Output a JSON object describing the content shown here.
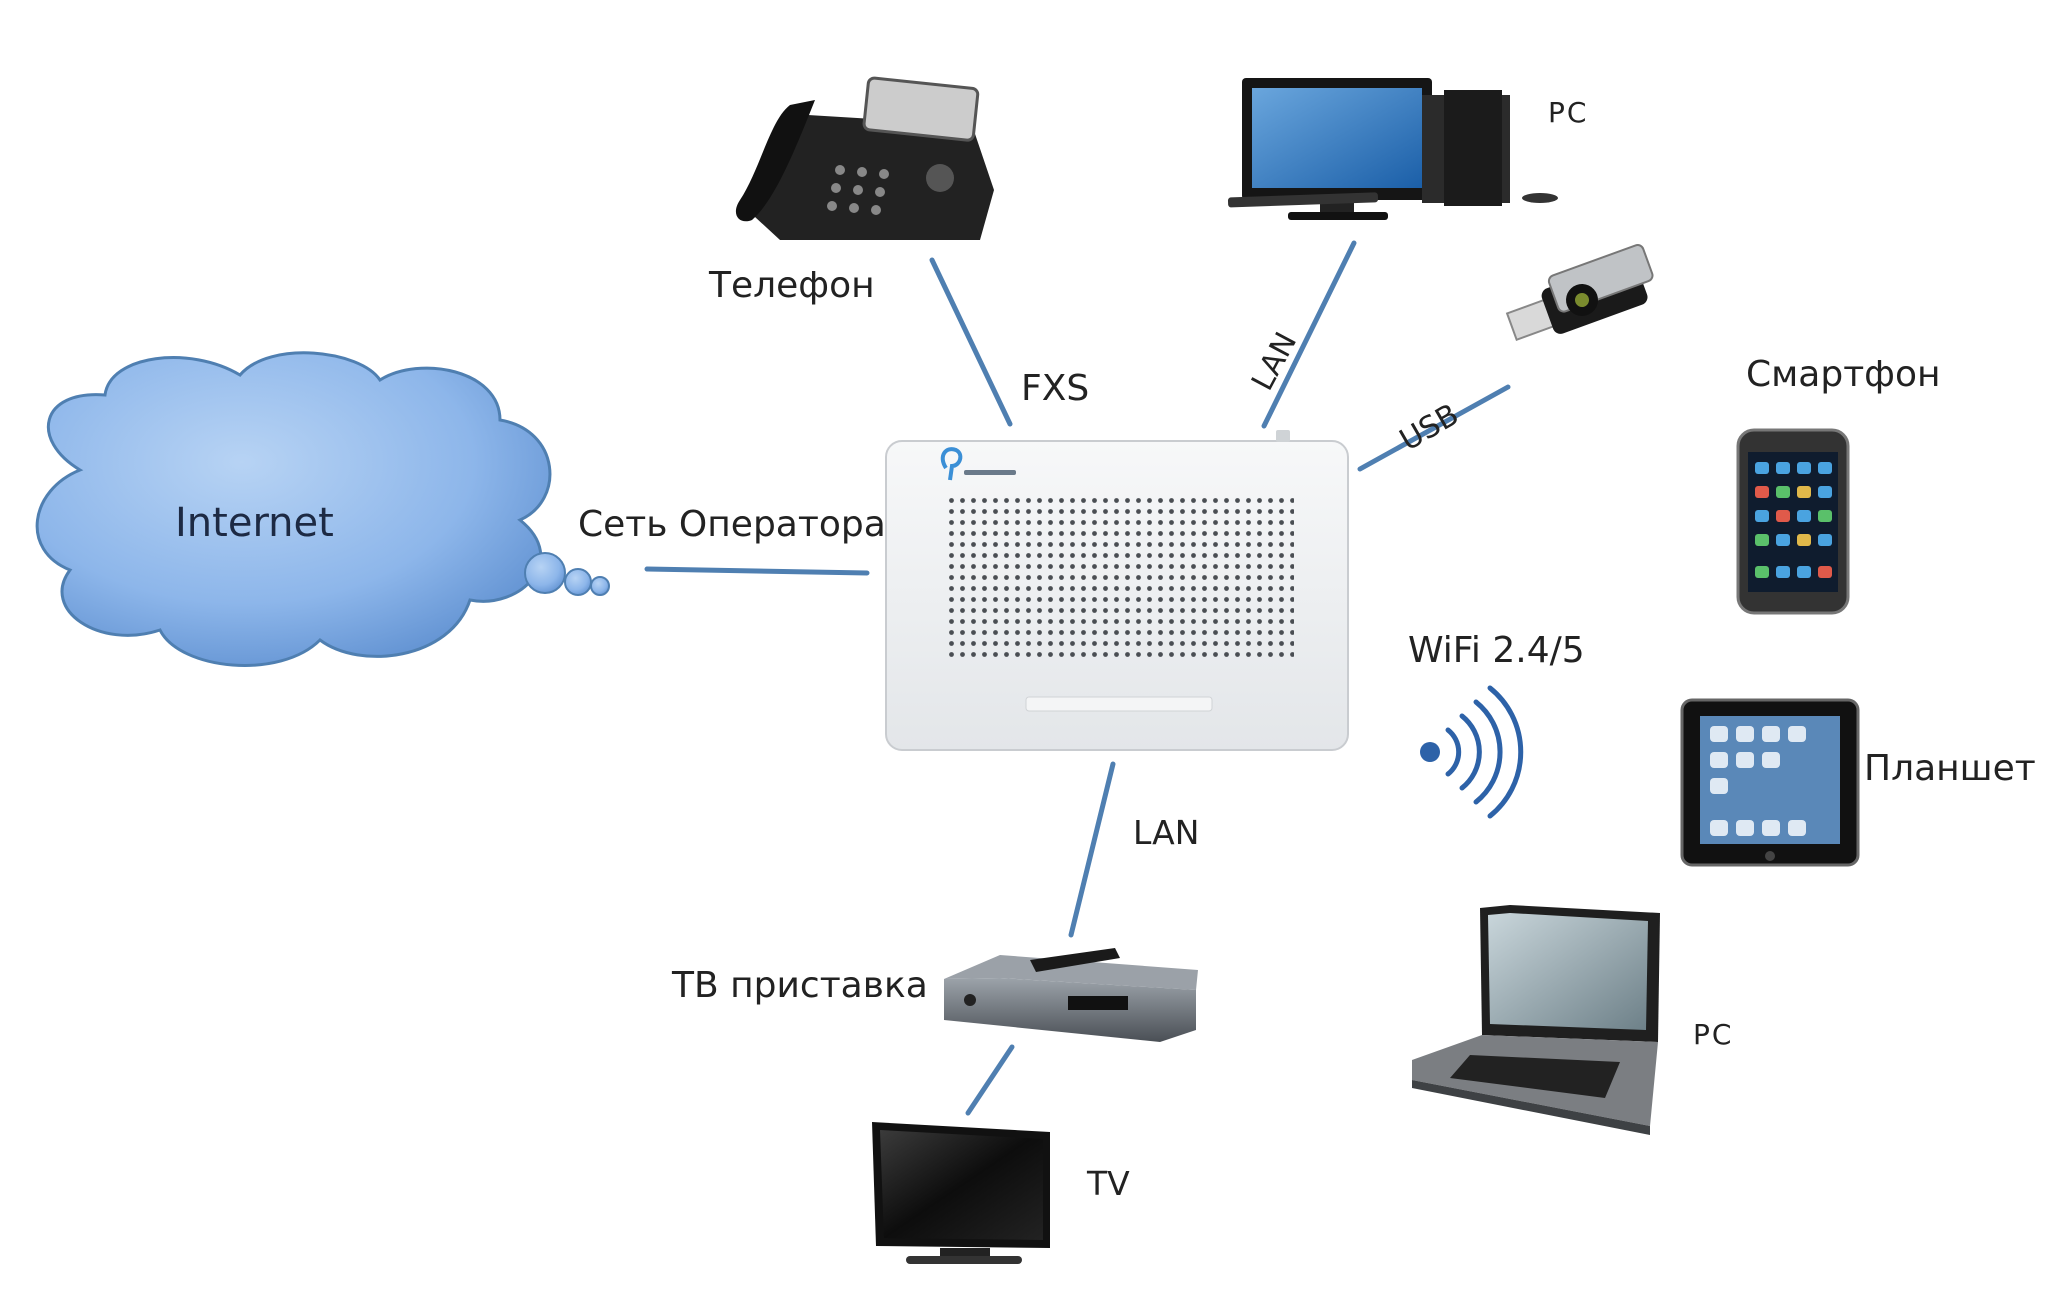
{
  "labels": {
    "internet": "Internet",
    "operator_network": "Сеть Оператора",
    "phone": "Телефон",
    "fxs": "FXS",
    "pc_top": "PC",
    "lan_top": "LAN",
    "usb": "USB",
    "smartphone": "Смартфон",
    "wifi": "WiFi 2.4/5",
    "tablet": "Планшет",
    "pc_bottom": "PC",
    "lan_bottom": "LAN",
    "stb": "ТВ приставка",
    "tv": "TV"
  },
  "colors": {
    "link": "#4f7fb1",
    "cloud_light": "#a9c8ef",
    "cloud_dark": "#5d8fd0",
    "router_body": "#eef0f2",
    "device_dark": "#1b1b1b",
    "brand_accent": "#3b8fd6"
  }
}
